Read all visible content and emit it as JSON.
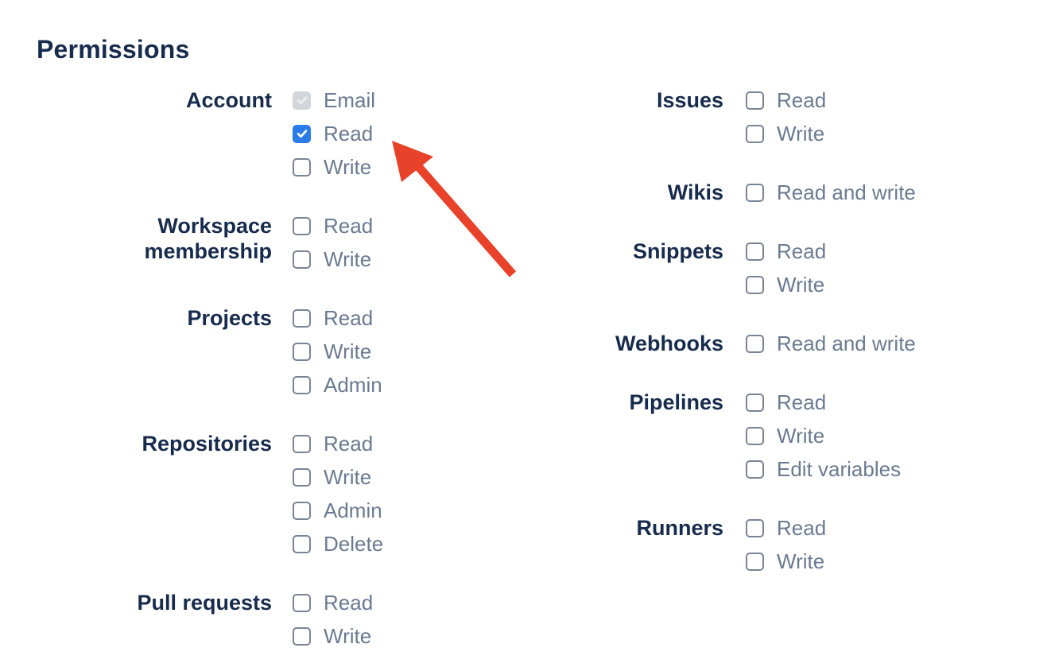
{
  "page_title": "Permissions",
  "colors": {
    "heading": "#172B4D",
    "group_label": "#172B4D",
    "option_label": "#6B7A90",
    "checkbox_border": "#7A8394",
    "checkbox_checked_fill": "#2B7CE9",
    "checkbox_disabled_fill": "#D2D5DA",
    "checkbox_disabled_check": "#ECEEF1",
    "annotation_arrow": "#E8432A",
    "background": "#FFFFFF"
  },
  "columns": [
    {
      "side": "left",
      "groups": [
        {
          "label": "Account",
          "options": [
            {
              "label": "Email",
              "state": "checked_disabled"
            },
            {
              "label": "Read",
              "state": "checked"
            },
            {
              "label": "Write",
              "state": "unchecked"
            }
          ]
        },
        {
          "label": "Workspace membership",
          "options": [
            {
              "label": "Read",
              "state": "unchecked"
            },
            {
              "label": "Write",
              "state": "unchecked"
            }
          ]
        },
        {
          "label": "Projects",
          "options": [
            {
              "label": "Read",
              "state": "unchecked"
            },
            {
              "label": "Write",
              "state": "unchecked"
            },
            {
              "label": "Admin",
              "state": "unchecked"
            }
          ]
        },
        {
          "label": "Repositories",
          "options": [
            {
              "label": "Read",
              "state": "unchecked"
            },
            {
              "label": "Write",
              "state": "unchecked"
            },
            {
              "label": "Admin",
              "state": "unchecked"
            },
            {
              "label": "Delete",
              "state": "unchecked"
            }
          ]
        },
        {
          "label": "Pull requests",
          "options": [
            {
              "label": "Read",
              "state": "unchecked"
            },
            {
              "label": "Write",
              "state": "unchecked"
            }
          ]
        }
      ]
    },
    {
      "side": "right",
      "groups": [
        {
          "label": "Issues",
          "options": [
            {
              "label": "Read",
              "state": "unchecked"
            },
            {
              "label": "Write",
              "state": "unchecked"
            }
          ]
        },
        {
          "label": "Wikis",
          "options": [
            {
              "label": "Read and write",
              "state": "unchecked"
            }
          ]
        },
        {
          "label": "Snippets",
          "options": [
            {
              "label": "Read",
              "state": "unchecked"
            },
            {
              "label": "Write",
              "state": "unchecked"
            }
          ]
        },
        {
          "label": "Webhooks",
          "options": [
            {
              "label": "Read and write",
              "state": "unchecked"
            }
          ]
        },
        {
          "label": "Pipelines",
          "options": [
            {
              "label": "Read",
              "state": "unchecked"
            },
            {
              "label": "Write",
              "state": "unchecked"
            },
            {
              "label": "Edit variables",
              "state": "unchecked"
            }
          ]
        },
        {
          "label": "Runners",
          "options": [
            {
              "label": "Read",
              "state": "unchecked"
            },
            {
              "label": "Write",
              "state": "unchecked"
            }
          ]
        }
      ]
    }
  ],
  "annotation": {
    "type": "arrow",
    "color": "#E8432A",
    "points_to": "Account Read checkbox"
  }
}
